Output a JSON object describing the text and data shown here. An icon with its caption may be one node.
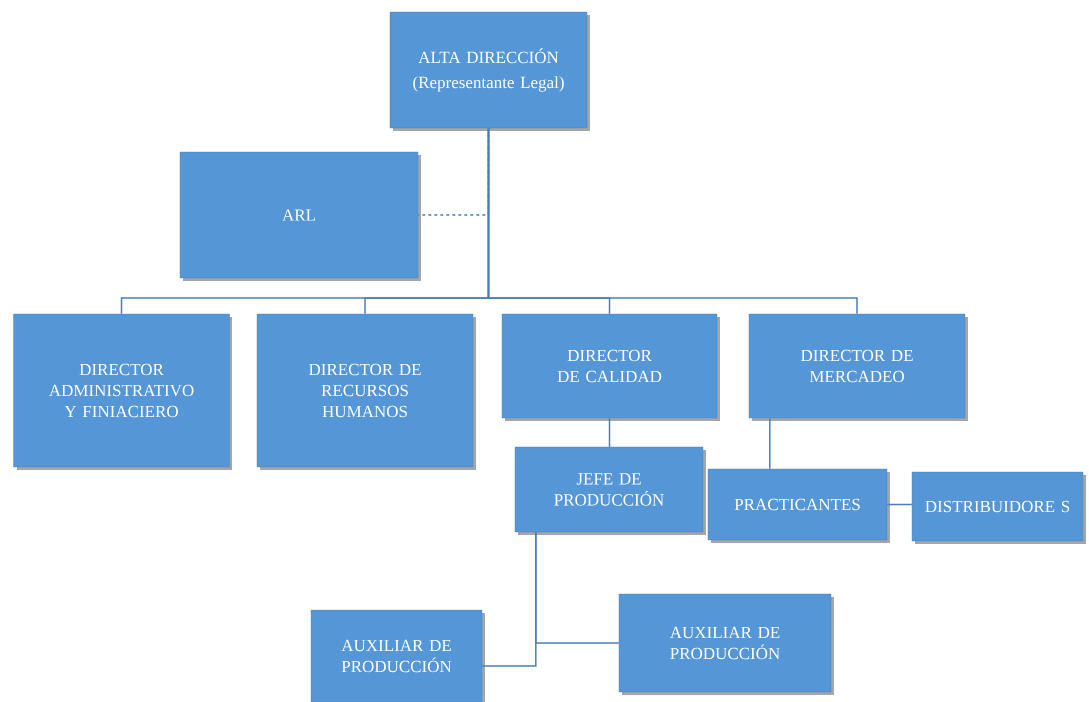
{
  "diagram": {
    "nodes": [
      {
        "text": [
          "ALTA DIRECCIÓN",
          "(Representante Legal)"
        ]
      },
      {
        "text": [
          "ARL"
        ]
      },
      {
        "text": [
          "DIRECTOR ADMINISTRATIVO Y FINIACIERO"
        ]
      },
      {
        "text": [
          "DIRECTOR DE RECURSOS HUMANOS"
        ]
      },
      {
        "text": [
          "DIRECTOR DE CALIDAD"
        ]
      },
      {
        "text": [
          "DIRECTOR DE MERCADEO"
        ]
      },
      {
        "text": [
          "JEFE DE PRODUCCIÓN"
        ]
      },
      {
        "text": [
          "PRACTICANTES"
        ]
      },
      {
        "text": [
          "DISTRIBUIDORE S"
        ]
      },
      {
        "text": [
          "AUXILIAR DE PRODUCCIÓN"
        ]
      },
      {
        "text": [
          "AUXILIAR DE PRODUCCIÓN"
        ]
      }
    ],
    "edges": [
      {
        "from": 0,
        "to": 1,
        "arrow": "none",
        "style": "dashed"
      },
      {
        "from": 0,
        "to": 2,
        "arrow": "none"
      },
      {
        "from": 0,
        "to": 3,
        "arrow": "none"
      },
      {
        "from": 0,
        "to": 4,
        "arrow": "none"
      },
      {
        "from": 0,
        "to": 5,
        "arrow": "none"
      },
      {
        "from": 4,
        "to": 6,
        "arrow": "none"
      },
      {
        "from": 5,
        "to": 7,
        "arrow": "none"
      },
      {
        "from": 7,
        "to": 8,
        "arrow": "none"
      },
      {
        "from": 6,
        "to": 9,
        "arrow": "none"
      },
      {
        "from": 6,
        "to": 10,
        "arrow": "none"
      }
    ]
  }
}
